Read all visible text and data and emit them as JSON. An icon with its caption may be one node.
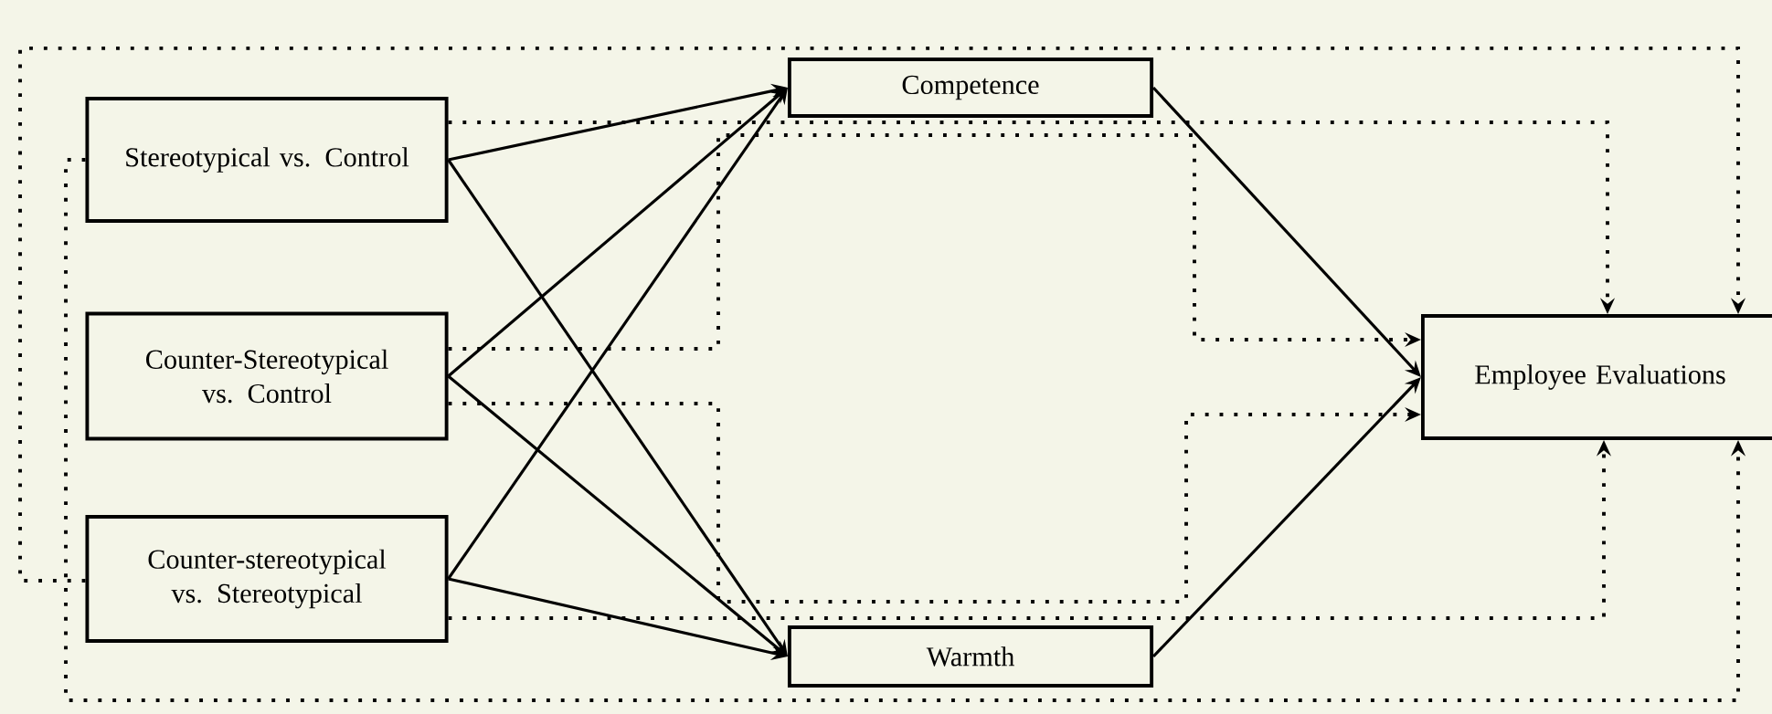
{
  "diagram": {
    "nodes": [
      {
        "text": [
          "Stereotypical vs. Control"
        ]
      },
      {
        "text": [
          "Counter-Stereotypical vs. Control"
        ]
      },
      {
        "text": [
          "Counter-stereotypical vs. Stereotypical"
        ]
      },
      {
        "text": [
          "Competence"
        ]
      },
      {
        "text": [
          "Warmth"
        ]
      },
      {
        "text": [
          "Employee Evaluations"
        ]
      }
    ],
    "edges": [
      {
        "from": 0,
        "to": 3,
        "arrow": "to"
      },
      {
        "from": 0,
        "to": 4,
        "arrow": "to"
      },
      {
        "from": 1,
        "to": 3,
        "arrow": "to"
      },
      {
        "from": 1,
        "to": 4,
        "arrow": "to"
      },
      {
        "from": 2,
        "to": 3,
        "arrow": "to"
      },
      {
        "from": 2,
        "to": 4,
        "arrow": "to"
      },
      {
        "from": 3,
        "to": 5,
        "arrow": "to"
      },
      {
        "from": 4,
        "to": 5,
        "arrow": "to"
      },
      {
        "from": 0,
        "to": 5,
        "arrow": "to",
        "style": "dashed"
      },
      {
        "from": 0,
        "to": 5,
        "arrow": "to",
        "style": "dashed"
      },
      {
        "from": 1,
        "to": 5,
        "arrow": "to",
        "style": "dashed"
      },
      {
        "from": 1,
        "to": 5,
        "arrow": "to",
        "style": "dashed"
      },
      {
        "from": 2,
        "to": 5,
        "arrow": "to",
        "style": "dashed"
      },
      {
        "from": 2,
        "to": 5,
        "arrow": "to",
        "style": "dashed"
      }
    ]
  }
}
